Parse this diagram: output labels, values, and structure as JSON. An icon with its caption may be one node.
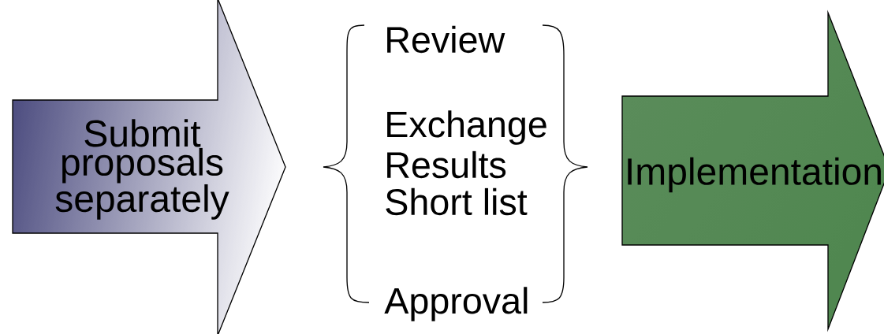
{
  "diagram": {
    "nodes": [
      {
        "text": [
          "Submit proposals separately"
        ]
      },
      {
        "text": [
          "Review",
          "Exchange",
          "Results",
          "Short list",
          "Approval"
        ]
      },
      {
        "text": [
          "Implementation"
        ]
      }
    ]
  }
}
